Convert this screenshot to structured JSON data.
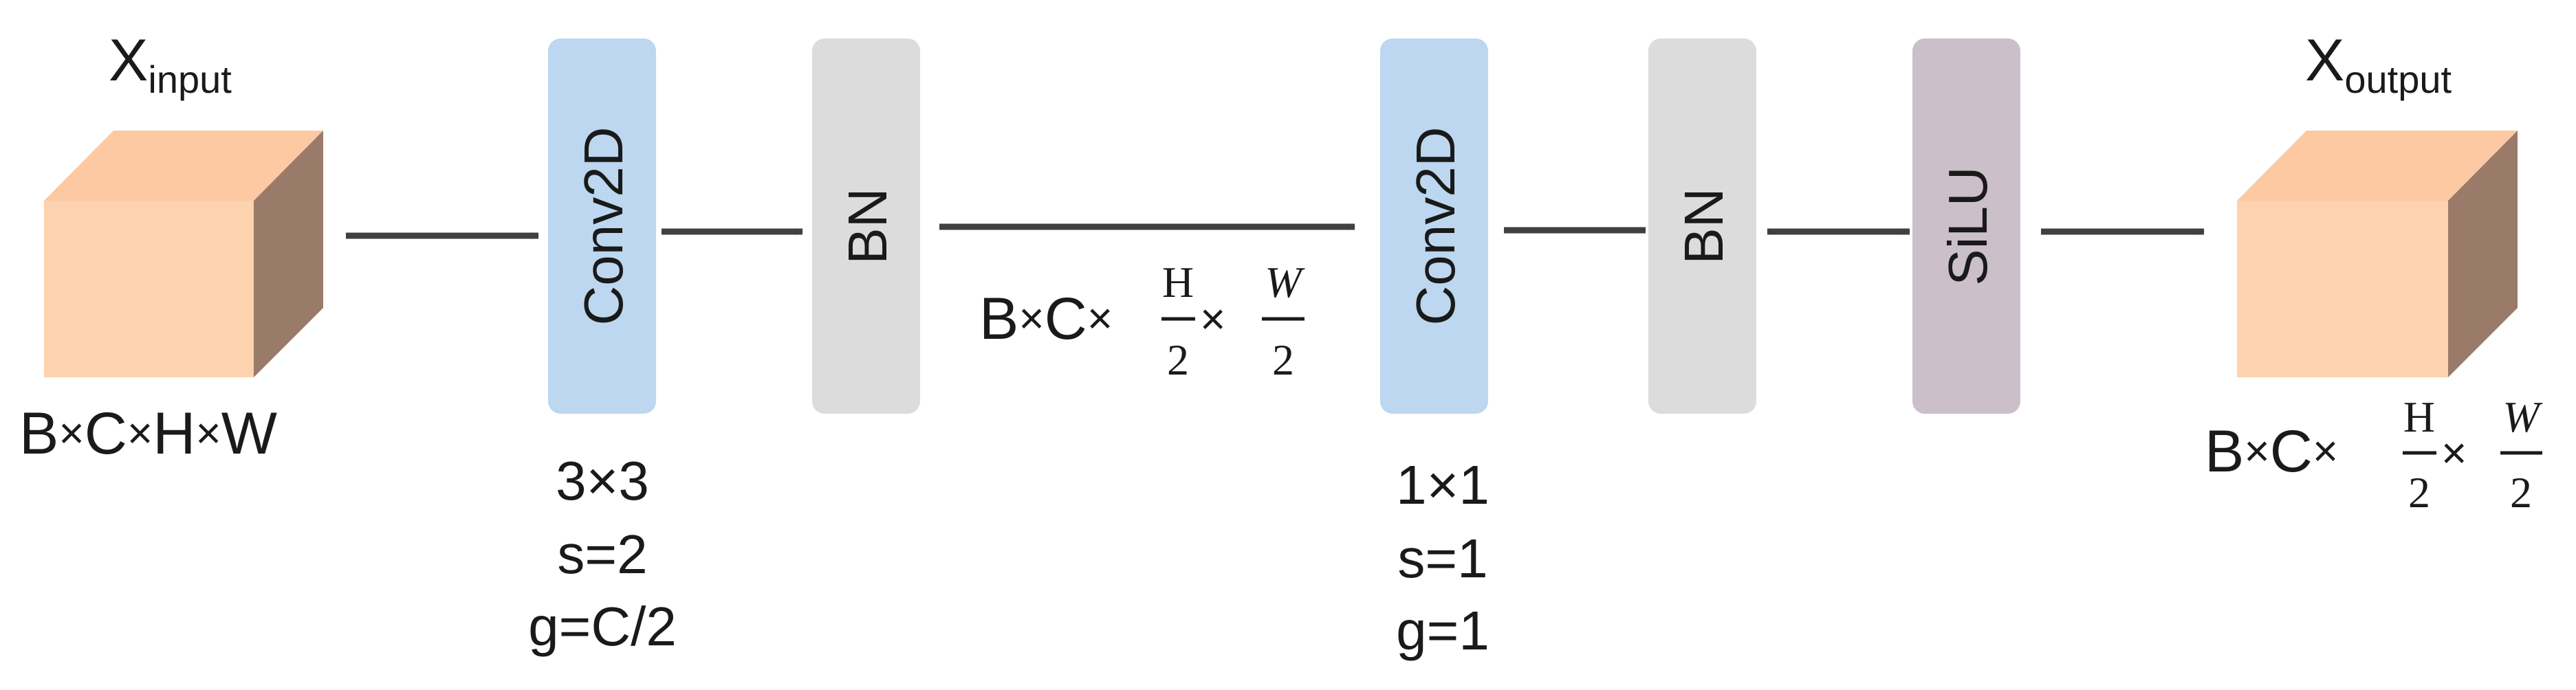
{
  "input": {
    "label_main": "X",
    "label_sub": "input",
    "shape": [
      "B",
      "×",
      "C",
      "×",
      "H",
      "×",
      "W"
    ]
  },
  "output": {
    "label_main": "X",
    "label_sub": "output",
    "shape_prefix": "B×C×",
    "frac_h": {
      "num": "H",
      "den": "2"
    },
    "times": "×",
    "frac_w": {
      "num": "W",
      "den": "2"
    }
  },
  "mid_shape": {
    "prefix": "B×C×",
    "frac_h": {
      "num": "H",
      "den": "2"
    },
    "times": "×",
    "frac_w": {
      "num": "W",
      "den": "2"
    }
  },
  "blocks": {
    "conv1": {
      "label": "Conv2D",
      "color": "#bcd7ef",
      "params": [
        "3×3",
        "s=2",
        "g=C/2"
      ]
    },
    "bn1": {
      "label": "BN",
      "color": "#dcdcdc"
    },
    "conv2": {
      "label": "Conv2D",
      "color": "#bcd7ef",
      "params": [
        "1×1",
        "s=1",
        "g=1"
      ]
    },
    "bn2": {
      "label": "BN",
      "color": "#dcdcdc"
    },
    "silu": {
      "label": "SiLU",
      "color": "#cbbfca"
    }
  },
  "colors": {
    "cube_front": "#fdd2ae",
    "cube_top": "#fcc9a2",
    "cube_side": "#9a7b6a",
    "arrow": "#404040"
  }
}
